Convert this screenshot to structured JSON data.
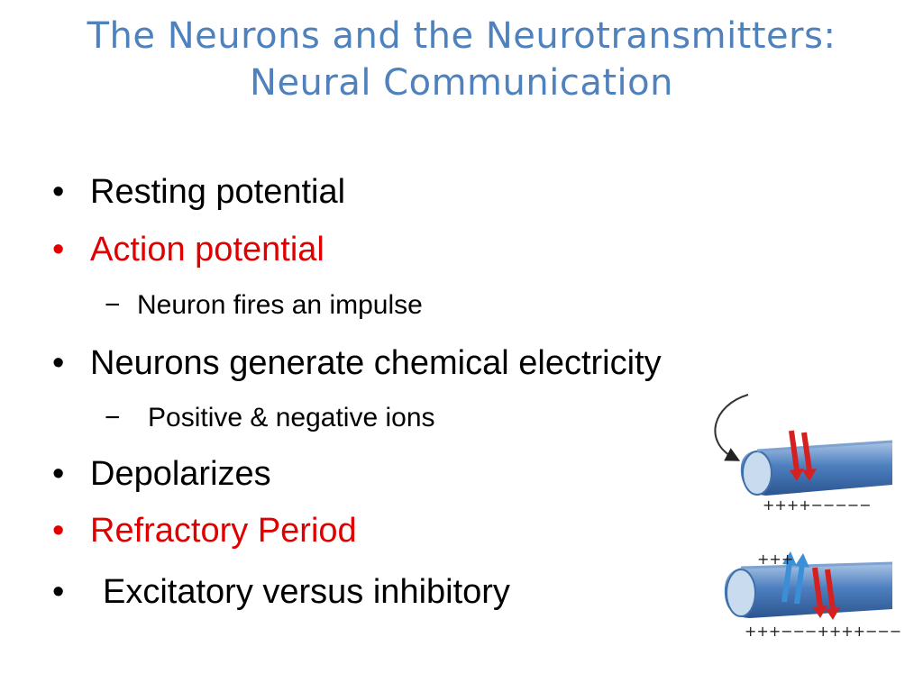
{
  "slide": {
    "title_line1": "The Neurons and the Neurotransmitters:",
    "title_line2": "Neural Communication",
    "bullets": [
      {
        "marker": "•",
        "text": "Resting potential"
      },
      {
        "marker": "•",
        "text": "Action potential"
      },
      {
        "marker": "−",
        "text": "Neuron fires an impulse"
      },
      {
        "marker": "•",
        "text": "Neurons generate chemical electricity"
      },
      {
        "marker": "−",
        "text": "Positive & negative ions"
      },
      {
        "marker": "•",
        "text": "Depolarizes"
      },
      {
        "marker": "•",
        "text": "Refractory Period"
      },
      {
        "marker": "•",
        "text": "Excitatory versus inhibitory"
      }
    ],
    "colors": {
      "title": "#4f81bd",
      "body": "#000000",
      "highlight": "#e00000",
      "axon": "#3f6fa8",
      "na_arrow": "#d42020",
      "k_arrow": "#3a8fd6"
    },
    "figure": {
      "top_signs": [
        "+",
        "+",
        "+",
        "+",
        "−",
        "−",
        "−",
        "−",
        "−"
      ],
      "bottom_signs": [
        "+",
        "+",
        "+",
        "−",
        "−",
        "−",
        "+",
        "+",
        "+",
        "+",
        "−",
        "−",
        "−"
      ]
    }
  }
}
